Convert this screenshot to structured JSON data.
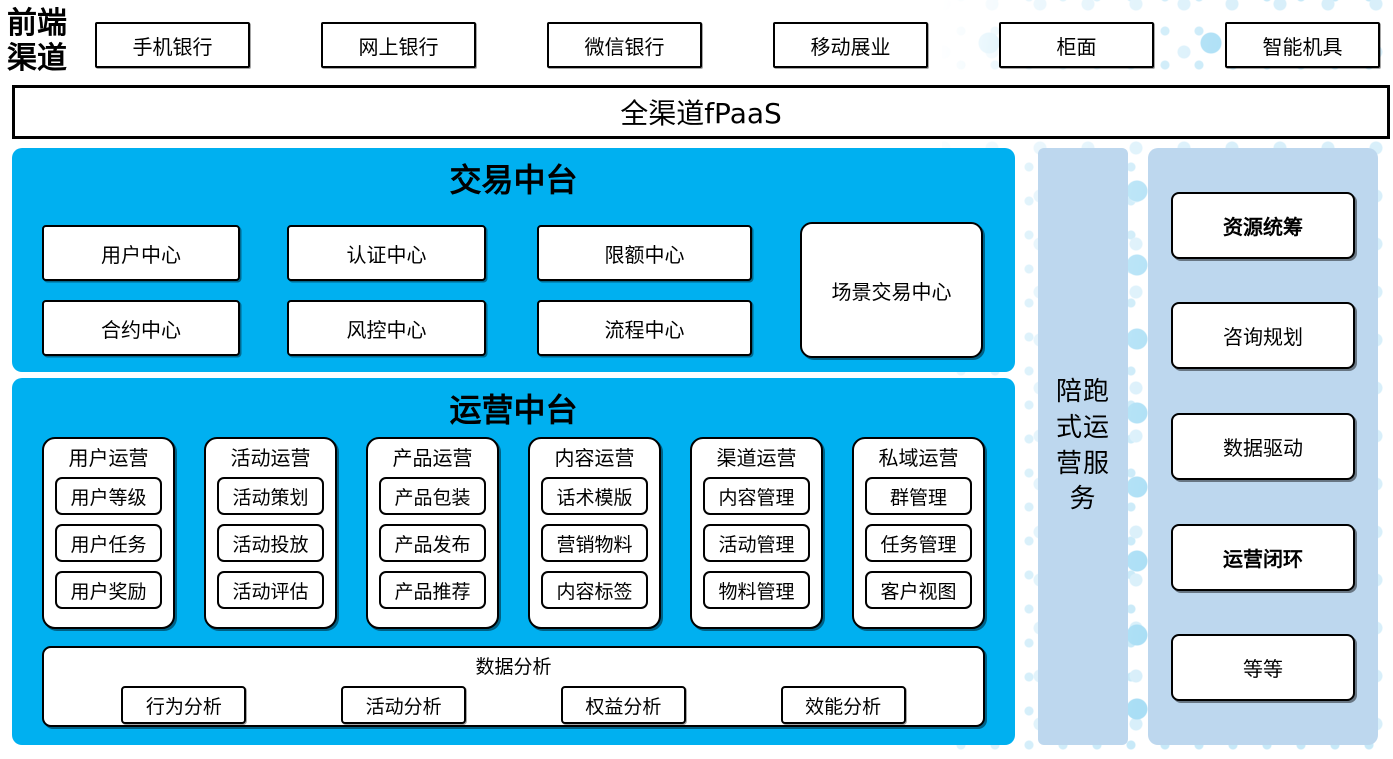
{
  "palette": {
    "bright_blue": "#00B0F0",
    "light_blue": "#BDD7EE",
    "dot_blue": "#A9DEF5",
    "border": "#000000"
  },
  "front_channels": {
    "label": "前端渠道",
    "items": [
      "手机银行",
      "网上银行",
      "微信银行",
      "移动展业",
      "柜面",
      "智能机具"
    ]
  },
  "fpaas": {
    "label": "全渠道fPaaS"
  },
  "trade_platform": {
    "title": "交易中台",
    "row1": [
      "用户中心",
      "认证中心",
      "限额中心"
    ],
    "row2": [
      "合约中心",
      "风控中心",
      "流程中心"
    ],
    "tall_box": "场景交易中心"
  },
  "ops_platform": {
    "title": "运营中台",
    "columns": [
      {
        "header": "用户运营",
        "items": [
          "用户等级",
          "用户任务",
          "用户奖励"
        ]
      },
      {
        "header": "活动运营",
        "items": [
          "活动策划",
          "活动投放",
          "活动评估"
        ]
      },
      {
        "header": "产品运营",
        "items": [
          "产品包装",
          "产品发布",
          "产品推荐"
        ]
      },
      {
        "header": "内容运营",
        "items": [
          "话术模版",
          "营销物料",
          "内容标签"
        ]
      },
      {
        "header": "渠道运营",
        "items": [
          "内容管理",
          "活动管理",
          "物料管理"
        ]
      },
      {
        "header": "私域运营",
        "items": [
          "群管理",
          "任务管理",
          "客户视图"
        ]
      }
    ],
    "analytics": {
      "title": "数据分析",
      "items": [
        "行为分析",
        "活动分析",
        "权益分析",
        "效能分析"
      ]
    }
  },
  "side_service": {
    "label": "陪跑式运营服务"
  },
  "right_panel": {
    "items": [
      {
        "label": "资源统筹",
        "bold": true
      },
      {
        "label": "咨询规划",
        "bold": false
      },
      {
        "label": "数据驱动",
        "bold": false
      },
      {
        "label": "运营闭环",
        "bold": true
      },
      {
        "label": "等等",
        "bold": false
      }
    ]
  }
}
